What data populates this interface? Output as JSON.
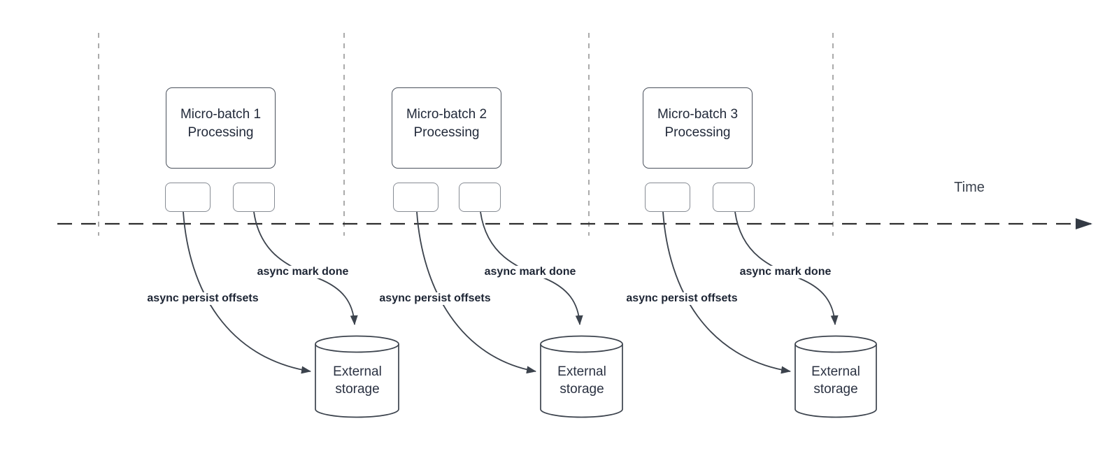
{
  "time_axis": {
    "label": "Time"
  },
  "colors": {
    "stroke_dark": "#3c434d",
    "box_border": "#4a515c",
    "mini_box_border": "#878c94",
    "guide_dash": "#ababab",
    "timeline_dash": "#2e2e2e",
    "text": "#222a3a",
    "label_text": "#1d2534",
    "background": "#ffffff"
  },
  "sections": [
    {
      "box_line1": "Micro-batch 1",
      "box_line2": "Processing",
      "persist_label": "async persist offsets",
      "done_label": "async mark done",
      "storage_line1": "External",
      "storage_line2": "storage"
    },
    {
      "box_line1": "Micro-batch 2",
      "box_line2": "Processing",
      "persist_label": "async persist offsets",
      "done_label": "async mark done",
      "storage_line1": "External",
      "storage_line2": "storage"
    },
    {
      "box_line1": "Micro-batch 3",
      "box_line2": "Processing",
      "persist_label": "async persist offsets",
      "done_label": "async mark done",
      "storage_line1": "External",
      "storage_line2": "storage"
    }
  ]
}
